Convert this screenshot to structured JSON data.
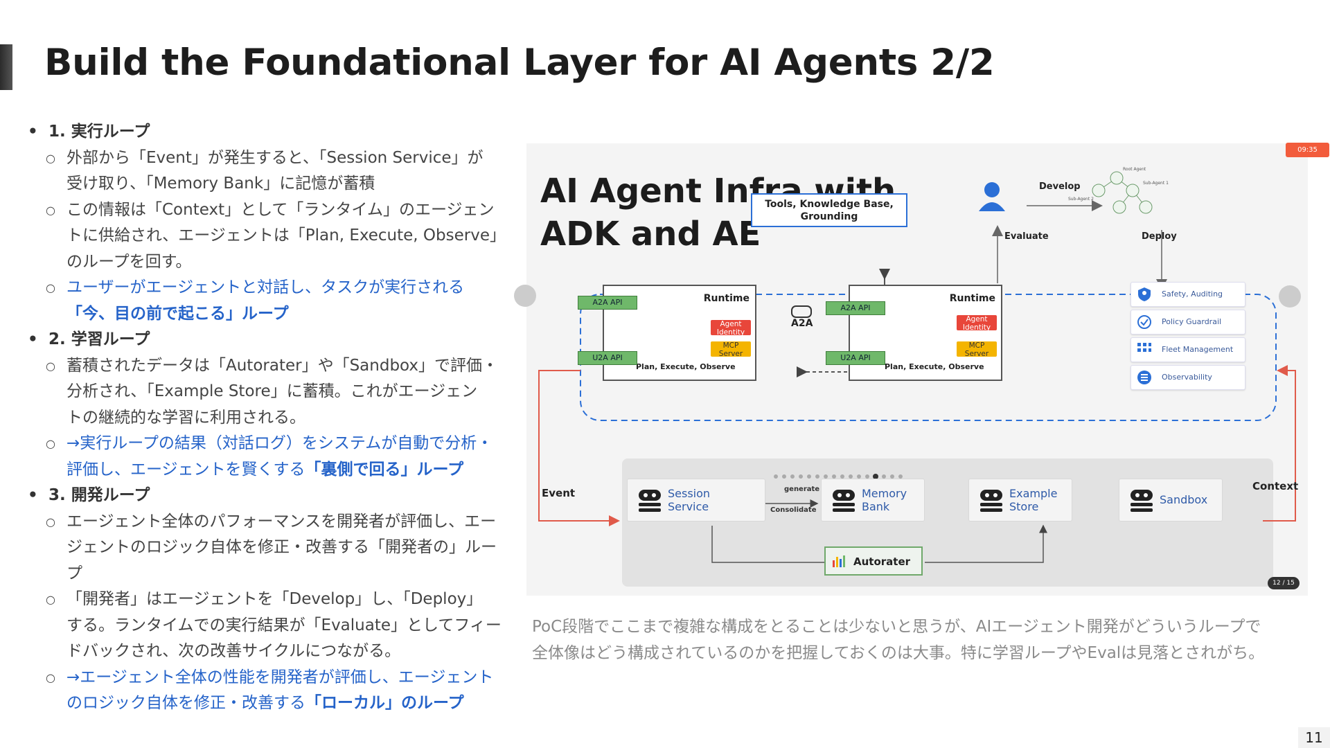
{
  "slide": {
    "title": "Build the Foundational Layer for AI Agents 2/2",
    "page_number": "11",
    "sections": [
      {
        "heading": "1. 実行ループ",
        "bullets": [
          {
            "type": "normal",
            "lines": [
              "外部から「Event」が発生すると、「Session Service」が",
              "受け取り、「Memory Bank」に記憶が蓄積"
            ]
          },
          {
            "type": "normal",
            "lines": [
              "この情報は「Context」として「ランタイム」のエージェン",
              "トに供給され、エージェントは「Plan, Execute, Observe」",
              "のループを回す。"
            ]
          },
          {
            "type": "blue",
            "line1": "ユーザーがエージェントと対話し、タスクが実行される",
            "line2_pre": "",
            "line2_em": "「今、目の前で起こる」ループ"
          }
        ]
      },
      {
        "heading": "2. 学習ループ",
        "bullets": [
          {
            "type": "normal",
            "lines": [
              "蓄積されたデータは「Autorater」や「Sandbox」で評価・",
              "分析され、「Example Store」に蓄積。これがエージェン",
              "トの継続的な学習に利用される。"
            ]
          },
          {
            "type": "blue",
            "line1": "→実行ループの結果（対話ログ）をシステムが自動で分析・",
            "line2_pre": "評価し、エージェントを賢くする",
            "line2_em": "「裏側で回る」ループ"
          }
        ]
      },
      {
        "heading": "3. 開発ループ",
        "bullets": [
          {
            "type": "normal",
            "lines": [
              "エージェント全体のパフォーマンスを開発者が評価し、エー",
              "ジェントのロジック自体を修正・改善する「開発者の」ルー",
              "プ"
            ]
          },
          {
            "type": "normal",
            "lines": [
              "「開発者」はエージェントを「Develop」し、「Deploy」",
              "する。ランタイムでの実行結果が「Evaluate」としてフィー",
              "ドバックされ、次の改善サイクルにつながる。"
            ]
          },
          {
            "type": "blue",
            "line1": "→エージェント全体の性能を開発者が評価し、エージェント",
            "line2_pre": "のロジック自体を修正・改善する",
            "line2_em": "「ローカル」のループ"
          }
        ]
      }
    ],
    "caption_lines": [
      "PoC段階でここまで複雑な構成をとることは少ないと思うが、AIエージェント開発がどういうループで",
      "全体像はどう構成されているのかを把握しておくのは大事。特に学習ループやEvalは見落とされがち。"
    ]
  },
  "screenshot": {
    "timer": "09:35",
    "page_indicator": "12 / 15",
    "title_lines": [
      "AI Agent Infra with",
      "ADK and AE"
    ],
    "tools_box": [
      "Tools, Knowledge Base,",
      "Grounding"
    ],
    "develop": "Develop",
    "evaluate": "Evaluate",
    "deploy": "Deploy",
    "tree_labels": [
      "Root Agent",
      "Sub-Agent 1",
      "Sub-Agent 2"
    ],
    "runtime_label": "Runtime",
    "a2a_api": "A2A API",
    "u2a_api": "U2A API",
    "agent_identity": [
      "Agent",
      "Identity"
    ],
    "mcp_server": [
      "MCP",
      "Server"
    ],
    "pee_label": "Plan, Execute, Observe",
    "a2a": "A2A",
    "governance": [
      "Safety, Auditing",
      "Policy Guardrail",
      "Fleet Management",
      "Observability"
    ],
    "event": "Event",
    "context": "Context",
    "services": [
      {
        "lines": [
          "Session",
          "Service"
        ]
      },
      {
        "lines": [
          "Memory",
          "Bank"
        ]
      },
      {
        "lines": [
          "Example",
          "Store"
        ]
      },
      {
        "lines": [
          "Sandbox"
        ]
      }
    ],
    "generate": "generate",
    "consolidate": "Consolidate",
    "autorater": "Autorater",
    "colors": {
      "accent_blue": "#2563c9",
      "agent_identity": "#e8463a",
      "mcp_server": "#f4b400",
      "api_green": "#6fb86a",
      "arrow_red": "#e05a4a"
    }
  }
}
